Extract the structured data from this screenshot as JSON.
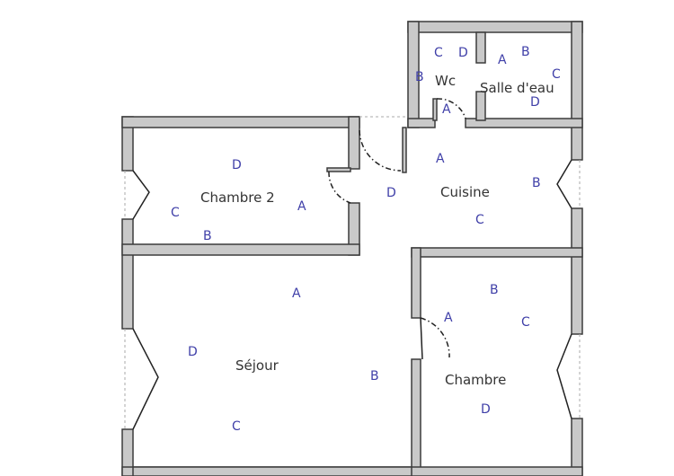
{
  "rooms": {
    "chambre2": "Chambre 2",
    "wc": "Wc",
    "salle_eau": "Salle d'eau",
    "cuisine": "Cuisine",
    "sejour": "Séjour",
    "chambre": "Chambre"
  },
  "markers": {
    "chambre2": [
      "D",
      "C",
      "B",
      "A"
    ],
    "wc": [
      "C",
      "D",
      "B",
      "A"
    ],
    "salle_eau": [
      "A",
      "B",
      "C",
      "D"
    ],
    "cuisine": [
      "A",
      "D",
      "B",
      "C"
    ],
    "sejour": [
      "A",
      "D",
      "B",
      "C"
    ],
    "chambre": [
      "B",
      "A",
      "C",
      "D"
    ]
  }
}
